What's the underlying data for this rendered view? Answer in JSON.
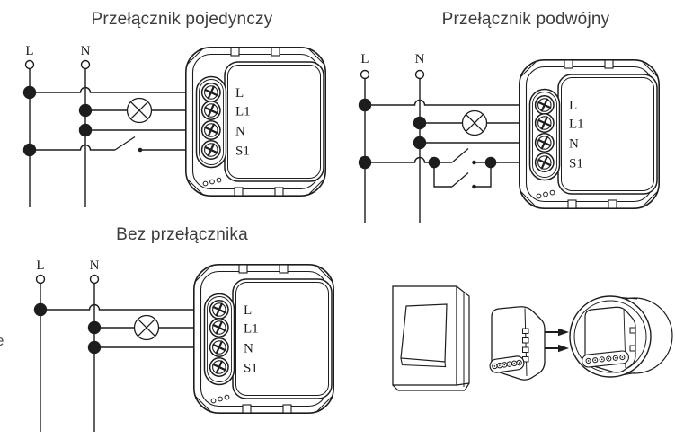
{
  "sheet": {
    "background": "#ffffff",
    "ink_color": "#1d1d1d",
    "title_color": "#3c3c3c"
  },
  "diagrams": {
    "single": {
      "title": "Przełącznik pojedynczy",
      "live_label": "L",
      "neutral_label": "N",
      "terminals": [
        "L",
        "L1",
        "N",
        "S1"
      ]
    },
    "double": {
      "title": "Przełącznik podwójny",
      "live_label": "L",
      "neutral_label": "N",
      "terminals": [
        "L",
        "L1",
        "N",
        "S1"
      ]
    },
    "none": {
      "title": "Bez przełącznika",
      "live_label": "L",
      "neutral_label": "N",
      "terminals": [
        "L",
        "L1",
        "N",
        "S1"
      ]
    }
  },
  "edge_text": "e"
}
